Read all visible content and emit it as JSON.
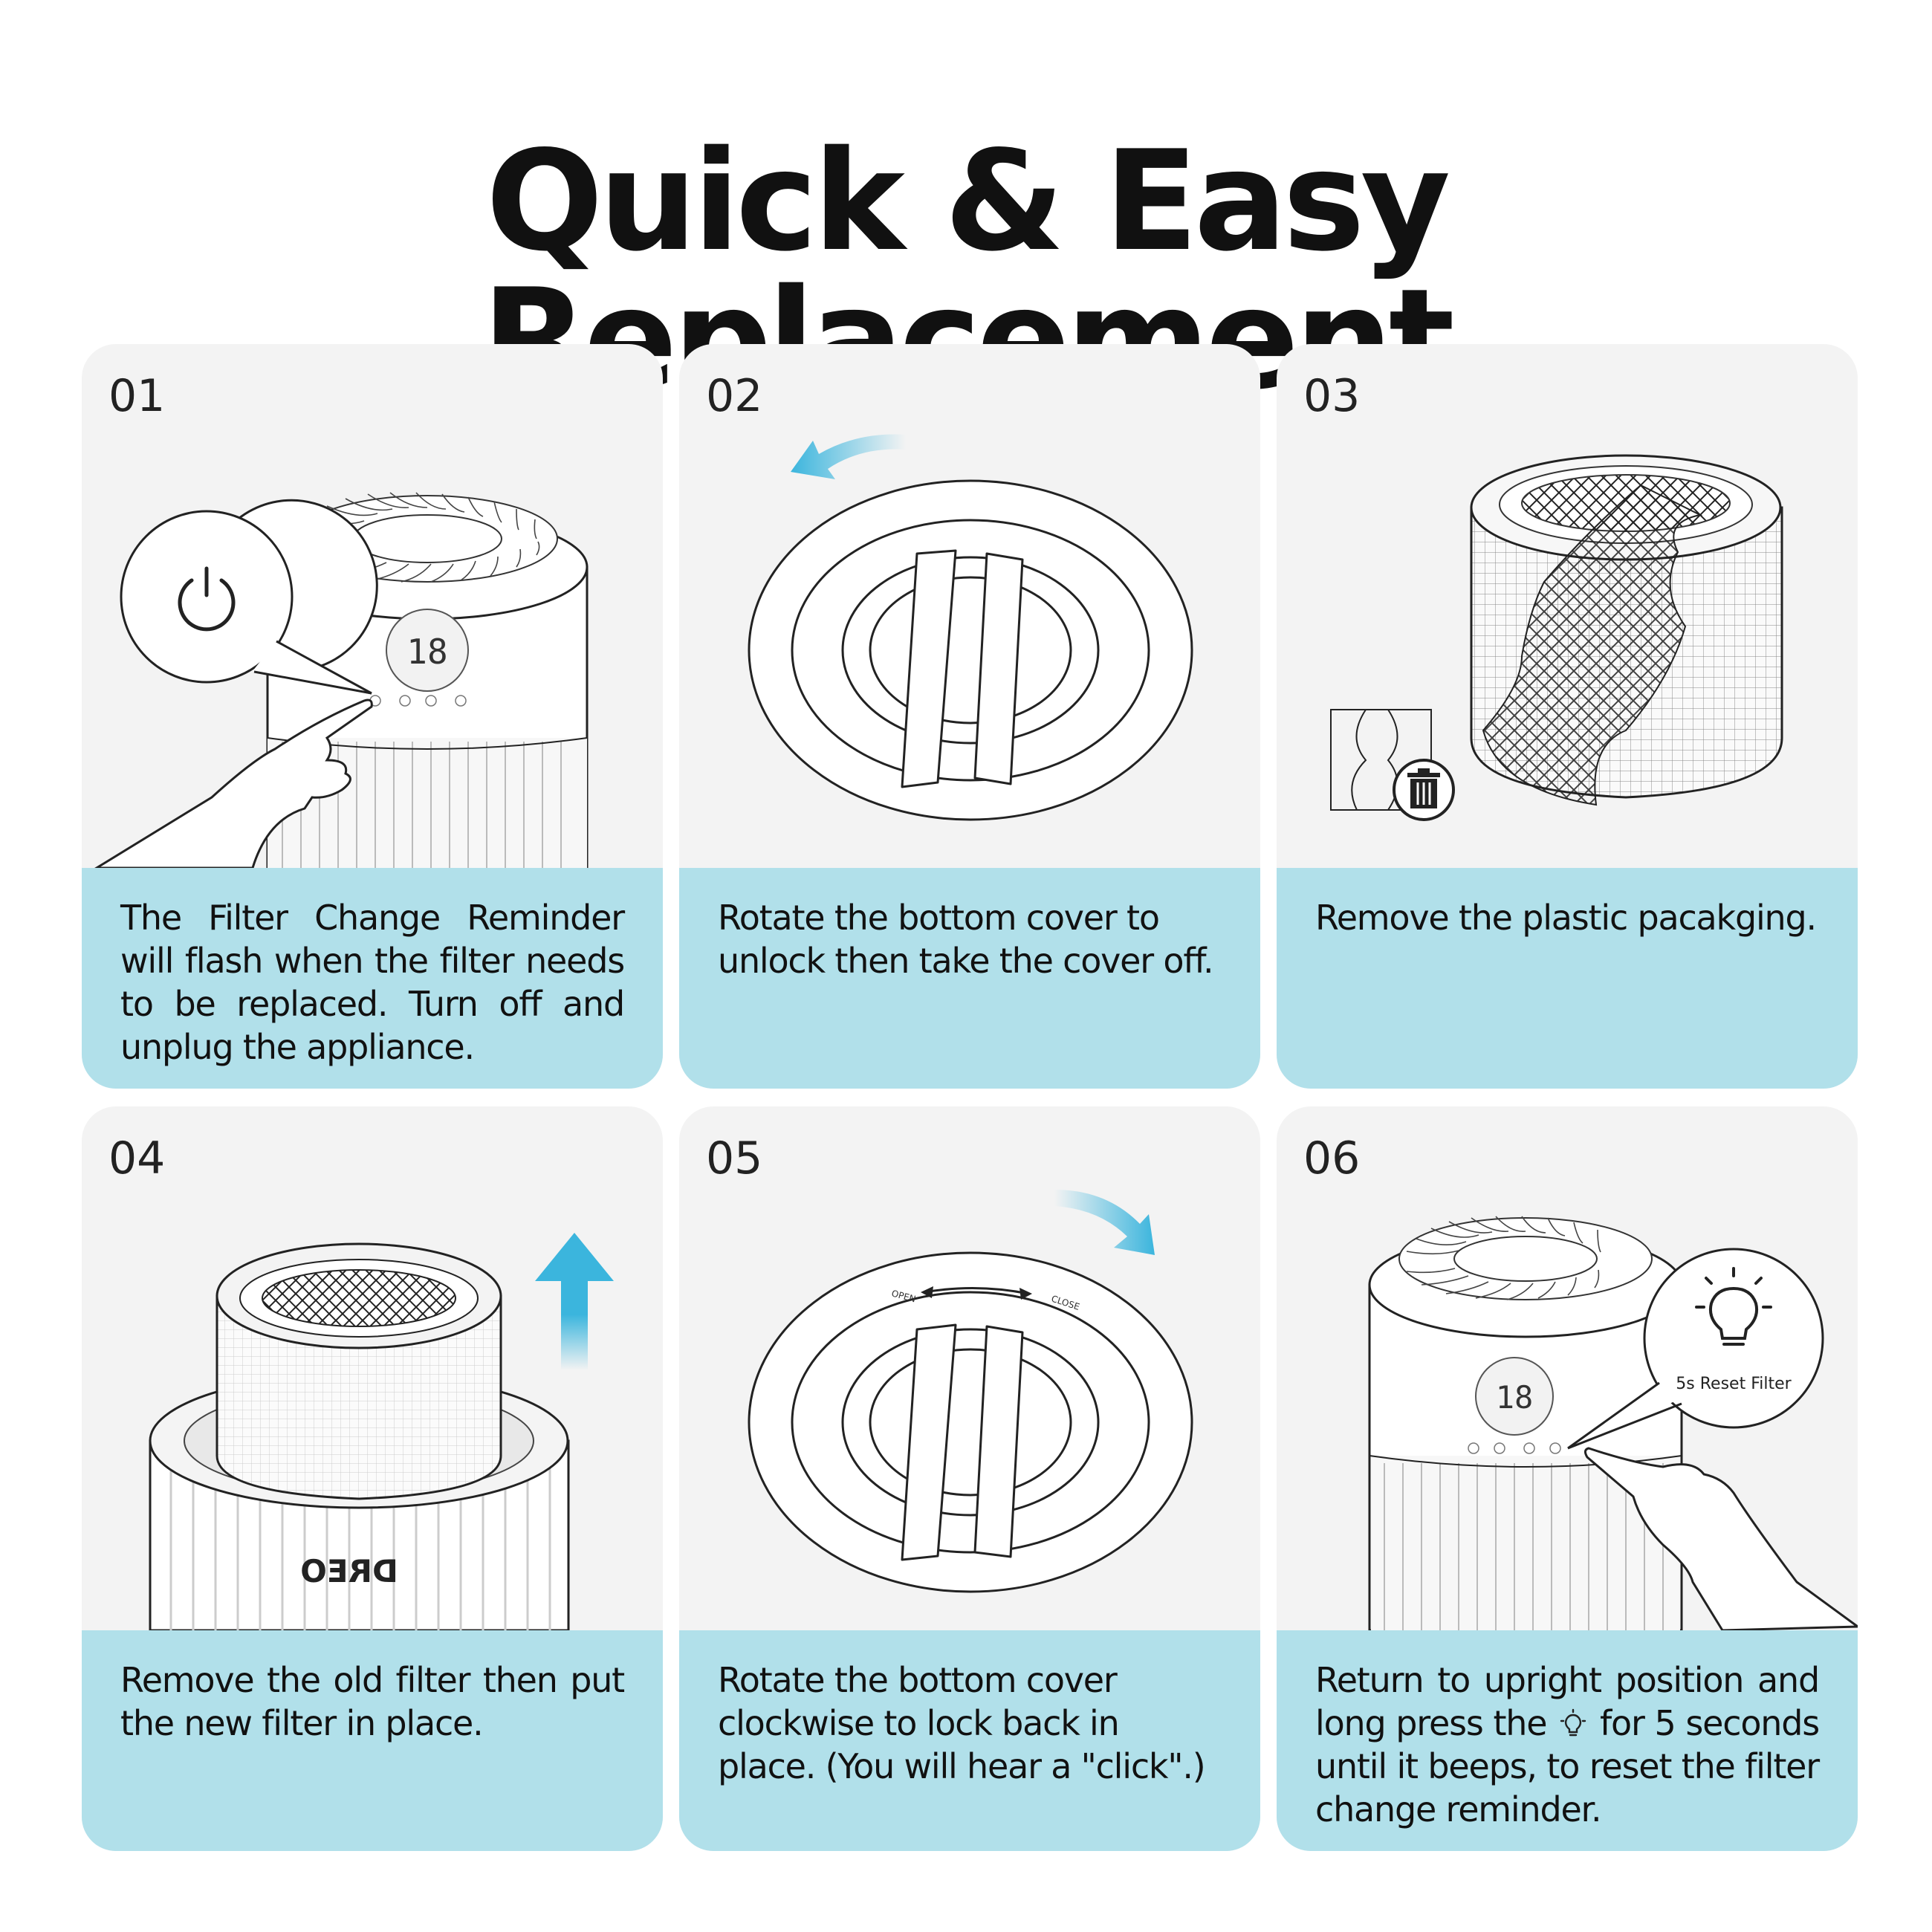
{
  "title": "Quick & Easy Replacement",
  "colors": {
    "card_bg": "#f3f3f3",
    "caption_bg": "#b1e0ea",
    "arrow": "#3bb5dd"
  },
  "steps": [
    {
      "number": "01",
      "text": "The Filter Change Reminder will flash when the filter needs to be replaced. Turn off and unplug the appliance.",
      "callout_icon": "power-icon",
      "display": "18"
    },
    {
      "number": "02",
      "text": "Rotate the bottom cover to unlock then take the cover off."
    },
    {
      "number": "03",
      "text": "Remove the plastic pacakging.",
      "icon": "trash-icon"
    },
    {
      "number": "04",
      "text": "Remove the old filter then put the new filter in place.",
      "brand": "DREO"
    },
    {
      "number": "05",
      "text": "Rotate the bottom cover clockwise to lock back in place. (You will hear a \"click\".)",
      "open_label": "OPEN",
      "close_label": "CLOSE"
    },
    {
      "number": "06",
      "text_before": "Return to upright position and long press the",
      "text_icon": "light-bulb-icon",
      "text_after": "for 5 seconds until it beeps, to reset the filter change reminder.",
      "callout_label": "5s Reset Filter",
      "display": "18"
    }
  ]
}
